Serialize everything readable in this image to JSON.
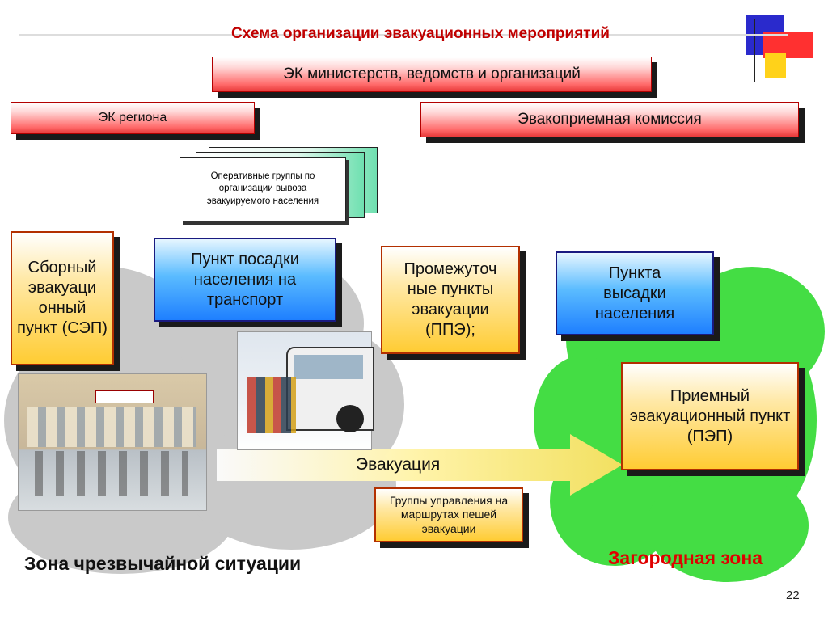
{
  "header": {
    "title": "Схема организации эвакуационных мероприятий"
  },
  "boxes": {
    "ministries": "ЭК министерств, ведомств и организаций",
    "region": "ЭК региона",
    "reception_commission": "Эвакоприемная комиссия",
    "operative_groups": "Оперативные группы по организации вывоза эвакуируемого населения",
    "sep": "Сборный эвакуаци онный пункт (СЭП)",
    "boarding": "Пункт посадки населения на транспорт",
    "ppe": "Промежуточ ные пункты эвакуации (ППЭ);",
    "landing": "Пункта высадки населения",
    "pep": "Приемный эвакуационный пункт (ПЭП)",
    "route_groups": "Группы управления на маршрутах пешей эвакуации"
  },
  "arrow": {
    "label": "Эвакуация"
  },
  "zones": {
    "emergency": "Зона чрезвычайной ситуации",
    "suburban": "Загородная зона"
  },
  "page_number": "22",
  "colors": {
    "title_red": "#c00000",
    "suburban_red": "#e00000",
    "cloud_gray": "#c8c8c8",
    "cloud_green": "#4ddd4d",
    "arrow_yellow": "#ffe680"
  }
}
